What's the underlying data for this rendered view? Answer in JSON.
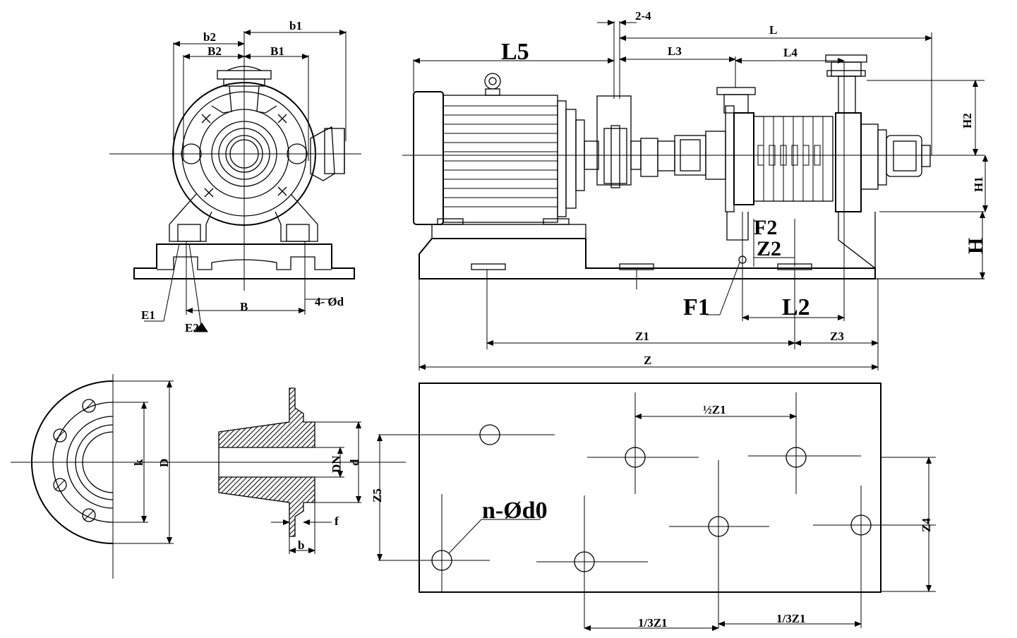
{
  "labels": {
    "b1": "b1",
    "b2": "b2",
    "B1": "B1",
    "B2": "B2",
    "B": "B",
    "E1": "E1",
    "E2": "E2",
    "hole_4d": "4- Ød",
    "L": "L",
    "L3": "L3",
    "L4": "L4",
    "L5": "L5",
    "gap": "2-4",
    "H": "H",
    "H1": "H1",
    "H2": "H2",
    "F1": "F1",
    "F2": "F2",
    "Z2": "Z2",
    "L2": "L2",
    "Z": "Z",
    "Z1": "Z1",
    "Z3": "Z3",
    "k": "k",
    "D": "D",
    "DN": "DN",
    "d": "d",
    "f": "f",
    "b": "b",
    "Z5": "Z5",
    "Z4": "Z4",
    "nd0": "n-Ød0",
    "halfZ1": "½Z1",
    "thirdZ1_a": "1/3Z1",
    "thirdZ1_b": "1/3Z1"
  },
  "colors": {
    "line": "#000000",
    "background": "#ffffff"
  }
}
